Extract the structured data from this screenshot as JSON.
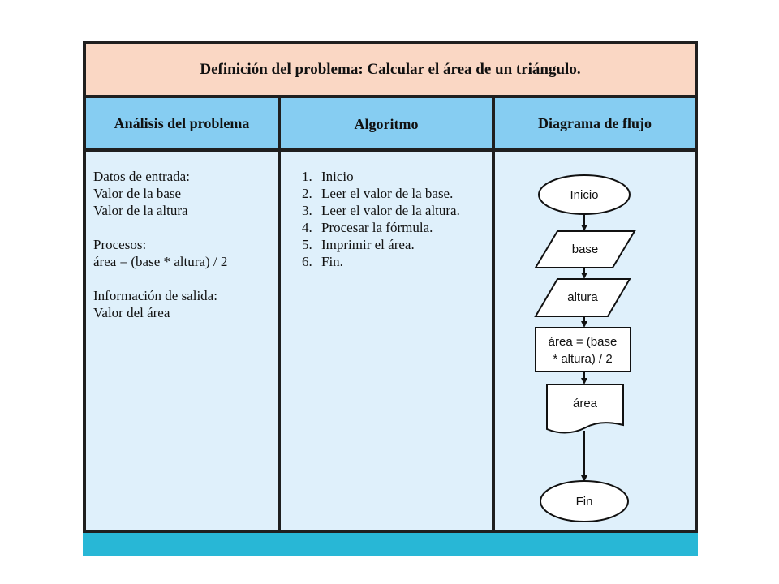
{
  "title": "Definición del problema: Calcular el área de un triángulo.",
  "columns": {
    "analysis": "Análisis del problema",
    "algorithm": "Algoritmo",
    "flowchart": "Diagrama de flujo"
  },
  "analysis": {
    "input_heading": "Datos de entrada:",
    "input_lines": [
      "Valor de la base",
      "Valor de la altura"
    ],
    "process_heading": "Procesos:",
    "process_lines": [
      "área = (base * altura) / 2"
    ],
    "output_heading": "Información de salida:",
    "output_lines": [
      "Valor del área"
    ]
  },
  "algorithm": {
    "steps": [
      {
        "num": "1.",
        "text": "Inicio"
      },
      {
        "num": "2.",
        "text": "Leer el valor de la base."
      },
      {
        "num": "3.",
        "text": "Leer el valor de la altura."
      },
      {
        "num": "4.",
        "text": "Procesar la fórmula."
      },
      {
        "num": "5.",
        "text": "Imprimir el área."
      },
      {
        "num": "6.",
        "text": "Fin."
      }
    ]
  },
  "flowchart": {
    "start": "Inicio",
    "input1": "base",
    "input2": "altura",
    "process_line1": "área = (base",
    "process_line2": "* altura) / 2",
    "output": "área",
    "end": "Fin"
  },
  "colors": {
    "title_bg": "#fad7c4",
    "header_bg": "#86cdf2",
    "body_bg": "#dff0fb",
    "bottom_bar": "#28b7d6"
  }
}
